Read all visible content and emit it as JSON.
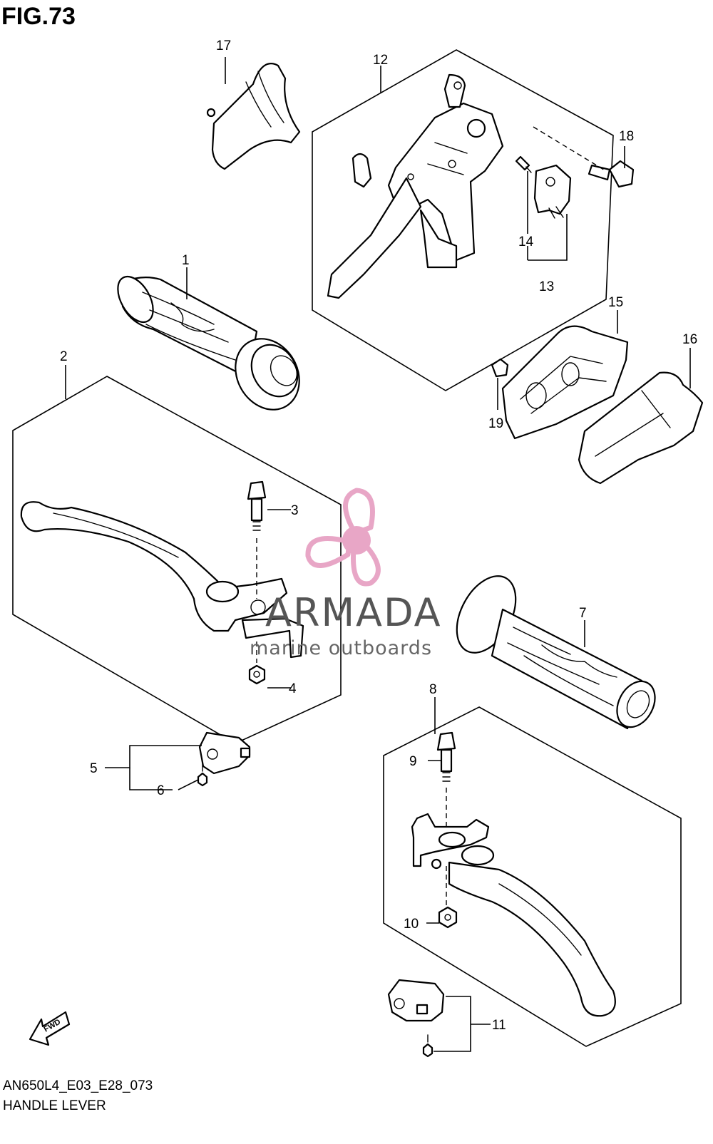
{
  "figure": {
    "title": "FIG.73",
    "model_code": "AN650L4_E03_E28_073",
    "section_name": "HANDLE LEVER"
  },
  "callouts": [
    "1",
    "2",
    "3",
    "4",
    "5",
    "6",
    "7",
    "8",
    "9",
    "10",
    "11",
    "12",
    "13",
    "14",
    "15",
    "16",
    "17",
    "18",
    "19"
  ],
  "fwd_arrow_label": "FWD",
  "watermark": {
    "brand": "ARMADA",
    "tagline": "marine outboards",
    "accent_color": "#e8a6c6"
  },
  "colors": {
    "line": "#000000",
    "background": "#ffffff"
  }
}
